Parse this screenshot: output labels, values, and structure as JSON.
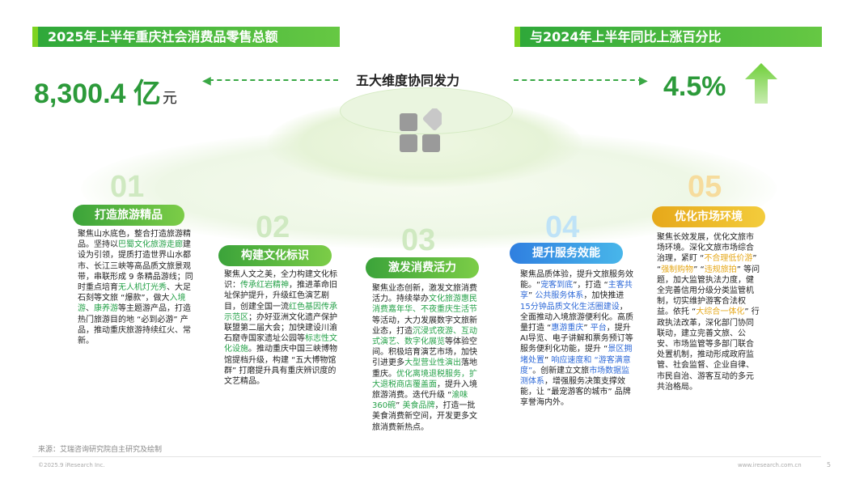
{
  "header_left": "2025年上半年重庆社会消费品零售总额",
  "header_right": "与2024年上半年同比上涨百分比",
  "total_value": "8,300.4",
  "total_unit_main": "亿",
  "total_unit_sub": "元",
  "growth_value": "4.5%",
  "center_title": "五大维度协同发力",
  "cards": [
    {
      "num": "01",
      "title": "打造旅游精品",
      "color": "#4caf3a",
      "text": [
        "聚焦山水底色，整合打造旅游精品。坚持以",
        "巴蜀文化旅游走廊",
        "建设为引领，提质打造世界山水都市、长江三峡等高品质文旅景观带，串联形成 9 条精品游线；同时重点培育",
        "无人机灯光秀",
        "、大足石刻等文旅 “爆款”，做大",
        "入境游",
        "、",
        "康养游",
        "等主题游产品，打造热门旅游目的地 “必到必游” 产品，推动重庆旅游持续红火、常新。"
      ]
    },
    {
      "num": "02",
      "title": "构建文化标识",
      "color": "#4caf3a",
      "text": [
        "聚焦人文之美，全力构建文化标识：",
        "传承红岩精神",
        "，推进革命旧址保护提升，升级红色演艺剧目，创建全国一流",
        "红色基因传承示范区",
        "；办好亚洲文化遗产保护联盟第二届大会；加快建设川渝石窟寺国家遗址公园等",
        "标志性文化设施",
        "。推动重庆中国三峡博物馆提档升级，构建 “五大博物馆群” 打磨提升具有重庆辨识度的文艺精品。"
      ]
    },
    {
      "num": "03",
      "title": "激发消费活力",
      "color": "#4caf3a",
      "text": [
        "聚焦业态创新，激发文旅消费活力。持续举办",
        "文化旅游惠民消费嘉年华、不夜重庆生活节",
        "等活动，大力发展数字文旅新业态，打造",
        "沉浸式夜游、互动式演艺、数字化展览",
        "等体验空间。积极培育演艺市场，加快引进更多",
        "大型营业性演出",
        "落地重庆。",
        "优化离境退税服务，扩大退税商店覆盖面",
        "，提升入境旅游消费。迭代升级 “",
        "渝味360碗",
        "” ",
        "美食品牌",
        "，打造一批美食消费新空间，开发更多文旅消费新热点。"
      ]
    },
    {
      "num": "04",
      "title": "提升服务效能",
      "color": "#2f7fe0",
      "text": [
        "聚焦品质体验，提升文旅服务效能。“",
        "宠客到底",
        "”，打造 “",
        "主客共享",
        "” ",
        "公共服务体系",
        "，加快推进",
        "15分钟品质文化生活圈建设",
        "，全面推动入境旅游便利化。高质量打造 “",
        "惠游重庆",
        "” ",
        "平台",
        "，提升AI导览、电子讲解和票务预订等服务便利化功能，提升 “",
        "景区拥堵处置",
        "” ",
        "响应速度和 “游客满意度”",
        "。创新建立文旅",
        "市场数据监测体系",
        "，增强服务决策支撑效能，让 “最宠游客的城市” 品牌享誉海内外。"
      ]
    },
    {
      "num": "05",
      "title": "优化市场环境",
      "color": "#e6a81a",
      "text": [
        "聚焦长效发展，优化文旅市场环境。深化文旅市场综合治理，紧盯 “",
        "不合理低价游",
        "” “",
        "强制购物",
        "” “",
        "违规旅拍",
        "” 等问题，加大监管执法力度，健全完善信用分级分类监管机制，切实维护游客合法权益。依托 “",
        "大综合一体化",
        "” 行政执法改革，深化部门协同联动，建立完善文旅、公安、市场监管等多部门联合处置机制，推动形成政府监管、社会监督、企业自律、市民自治、游客互动的多元共治格局。"
      ]
    }
  ],
  "source": "来源：艾瑞咨询研究院自主研究及绘制",
  "copyright": "©2025.9 iResearch Inc.",
  "url": "www.iresearch.com.cn",
  "page": "5",
  "colors": {
    "green": "#2fa83a",
    "blue": "#2f7fe0",
    "gold": "#e6a81a"
  },
  "icons": [
    "up-arrow-icon",
    "tile-logo-icon"
  ]
}
